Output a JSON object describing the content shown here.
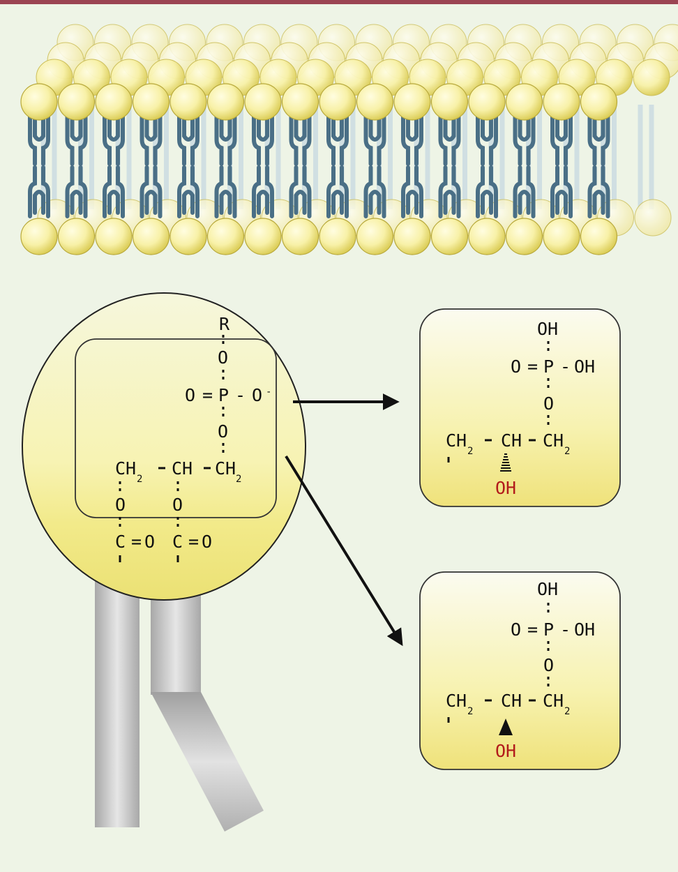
{
  "colors": {
    "top_bar": "#9b4452",
    "background": "#eef4e6",
    "head_group": "#f6f0a2",
    "tails": "#4a6f86",
    "highlight_red": "#b21b1b",
    "acyl_chain": "#b9b9b9"
  },
  "membrane": {
    "head_columns": 16,
    "rows": 4
  },
  "phospholipid": {
    "r": "R",
    "o_top": "O",
    "o_left": "O",
    "eq": "=",
    "p": "P",
    "dash": "-",
    "o_minus": "O",
    "minus": "-",
    "o_mid": "O",
    "ch2_left": "CH",
    "sub_2": "2",
    "ch": "CH",
    "ch2_right": "CH",
    "o_ester1": "O",
    "o_ester2": "O",
    "c1": "C",
    "o_carbonyl1": "O",
    "c2": "C",
    "o_carbonyl2": "O"
  },
  "product_top": {
    "oh_top": "OH",
    "o_left": "O",
    "eq": "=",
    "p": "P",
    "dash": "-",
    "oh_right": "OH",
    "o_mid": "O",
    "ch2_left": "CH",
    "sub_2": "2",
    "ch": "CH",
    "ch2_right": "CH",
    "oh_red": "OH",
    "stereo": "hashed-wedge"
  },
  "product_bottom": {
    "oh_top": "OH",
    "o_left": "O",
    "eq": "=",
    "p": "P",
    "dash": "-",
    "oh_right": "OH",
    "o_mid": "O",
    "ch2_left": "CH",
    "sub_2": "2",
    "ch": "CH",
    "ch2_right": "CH",
    "oh_red": "OH",
    "stereo": "solid-wedge"
  }
}
